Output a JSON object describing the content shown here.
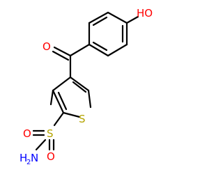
{
  "molecule": {
    "atoms": {
      "hydroxyl": "HO",
      "carbonyl_oxygen": "O",
      "sulfonyl_oxygen_left": "O",
      "sulfonyl_oxygen_bottom": "O",
      "sulfonyl_sulfur": "S",
      "thiophene_sulfur": "S",
      "amine": "H",
      "amine_subscript": "2",
      "amine_n": "N"
    },
    "colors": {
      "bond": "#000000",
      "oxygen": "#ff0000",
      "sulfur": "#b3a300",
      "nitrogen": "#0000ff"
    }
  }
}
